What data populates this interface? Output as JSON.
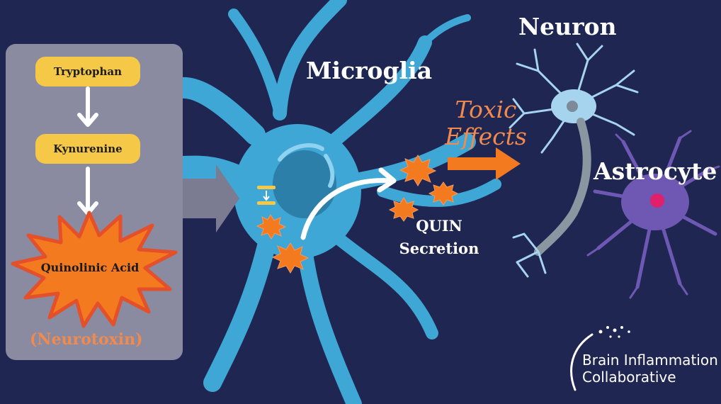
{
  "pathway": {
    "step1": "Tryptophan",
    "step2": "Kynurenine",
    "step3": "Quinolinic Acid",
    "note": "(Neurotoxin)"
  },
  "cells": {
    "microglia": "Microglia",
    "neuron": "Neuron",
    "astrocyte": "Astrocyte"
  },
  "labels": {
    "toxic_line1": "Toxic",
    "toxic_line2": "Effects",
    "quin_line1": "QUIN",
    "quin_line2": "Secretion"
  },
  "logo": {
    "line1": "Brain Inflammation",
    "line2": "Collaborative"
  },
  "colors": {
    "background": "#1f2651",
    "panel": "#8a8aa0",
    "pill": "#f6c848",
    "quinolinic": "#f47a20",
    "microglia": "#3fa7d6",
    "toxic_text": "#f08a4e",
    "neuron": "#a6d4ee",
    "astrocyte": "#6e58b3"
  }
}
